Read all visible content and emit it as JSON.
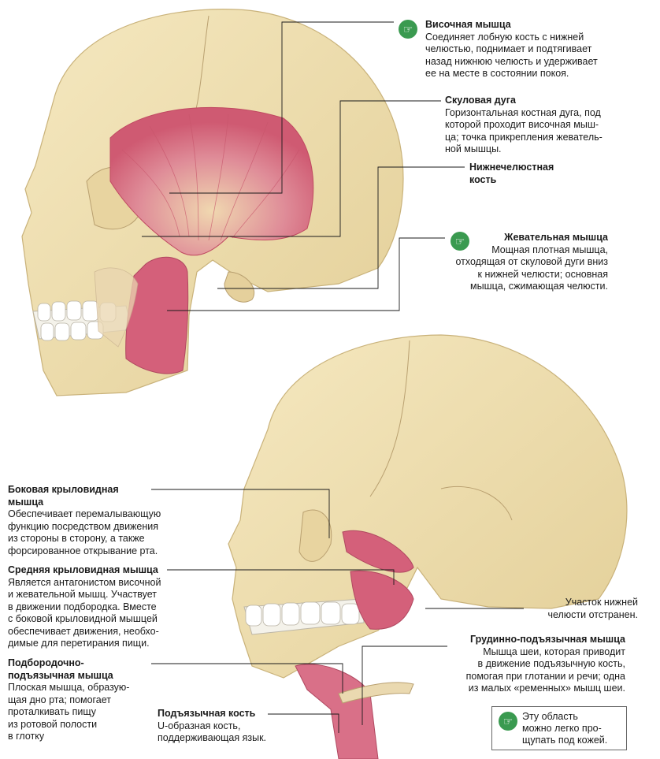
{
  "labels": {
    "temporalis": {
      "title": "Височная мышца",
      "lines": [
        "Соединяет лобную кость с нижней",
        "челюстью, поднимает и подтягивает",
        "назад нижнюю челюсть и удерживает",
        "ее на месте в состоянии покоя."
      ]
    },
    "zygomatic": {
      "title": "Скуловая дуга",
      "lines": [
        "Горизонтальная костная дуга, под",
        "которой проходит височная мыш-",
        "ца; точка прикрепления жеватель-",
        "ной мышцы."
      ]
    },
    "mandible": {
      "lines": [
        "Нижнечелюстная",
        "кость"
      ]
    },
    "masseter": {
      "title": "Жевательная мышца",
      "lines": [
        "Мощная плотная мышца,",
        "отходящая от скуловой дуги вниз",
        "к нижней челюсти; основная",
        "мышца, сжимающая челюсти."
      ]
    },
    "lateral_pterygoid": {
      "title_lines": [
        "Боковая крыловидная",
        "мышца"
      ],
      "lines": [
        "Обеспечивает перемалывающую",
        "функцию посредством движения",
        "из стороны в сторону, а также",
        "форсированное открывание рта."
      ]
    },
    "medial_pterygoid": {
      "title": "Средняя крыловидная мышца",
      "lines": [
        "Является антагонистом височной",
        "и жевательной мышц. Участвует",
        "в движении подбородка. Вместе",
        "с боковой крыловидной мышцей",
        "обеспечивает движения, необхо-",
        "димые для перетирания пищи."
      ]
    },
    "removed": {
      "lines": [
        "Участок нижней",
        "челюсти отстранен."
      ]
    },
    "sternohyoid": {
      "title": "Грудинно-подъязычная мышца",
      "lines": [
        "Мышца шеи, которая приводит",
        "в движение подъязычную кость,",
        "помогая при глотании и речи; одна",
        "из малых «ременных» мышц шеи."
      ]
    },
    "geniohyoid": {
      "title_lines": [
        "Подбородочно-",
        "подъязычная мышца"
      ],
      "lines": [
        "Плоская мышца, образую-",
        "щая дно рта; помогает",
        "проталкивать пищу",
        "из ротовой полости",
        "в глотку"
      ]
    },
    "hyoid": {
      "title": "Подъязычная кость",
      "lines": [
        "U-образная кость,",
        "поддерживающая язык."
      ]
    }
  },
  "note": {
    "lines": [
      "Эту область",
      "можно легко про-",
      "щупать под кожей."
    ]
  },
  "icons": [
    "palpate-hand-icon"
  ],
  "colors": {
    "bone": "#f0e1b4",
    "muscle": "#d96b80",
    "icon": "#3a9a50"
  }
}
